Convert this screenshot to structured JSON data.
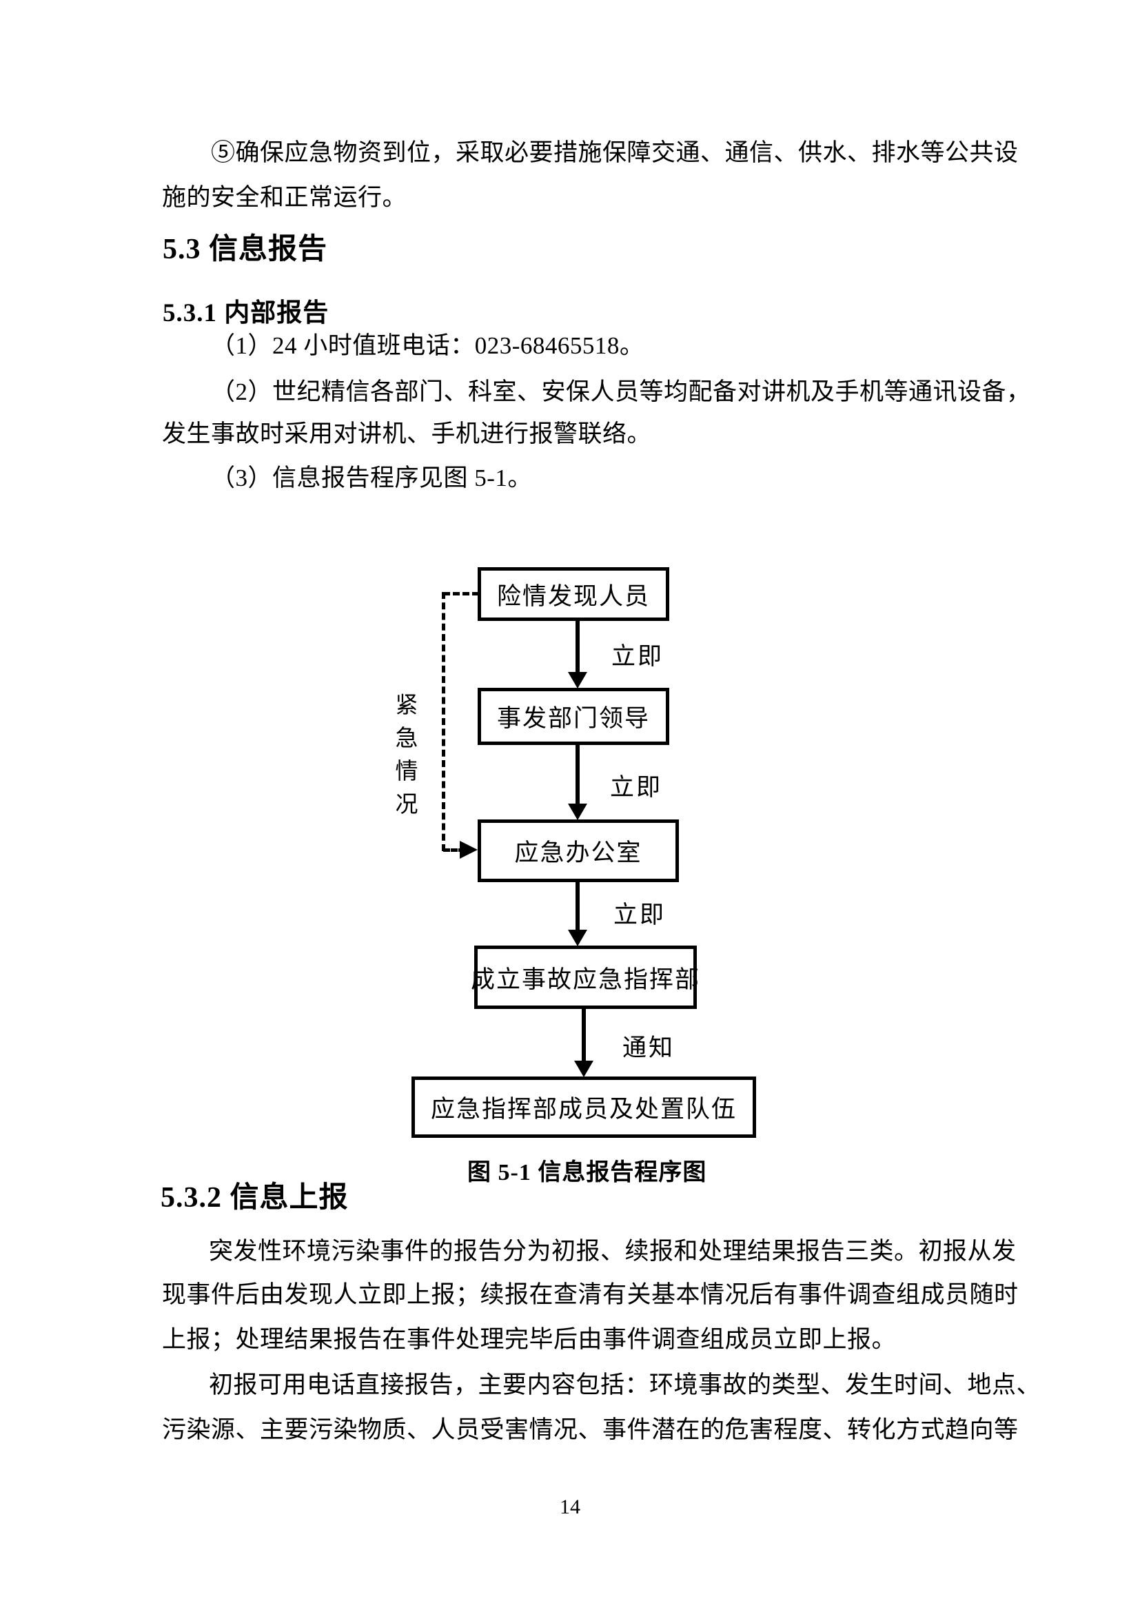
{
  "intro": {
    "line1": "⑤确保应急物资到位，采取必要措施保障交通、通信、供水、排水等公共设",
    "line2": "施的安全和正常运行。"
  },
  "sections": {
    "h53": "5.3 信息报告",
    "h531": "5.3.1 内部报告",
    "item1": "（1）24 小时值班电话：023-68465518。",
    "item2_line1": "（2）世纪精信各部门、科室、安保人员等均配备对讲机及手机等通讯设备，",
    "item2_line2": "发生事故时采用对讲机、手机进行报警联络。",
    "item3": "（3）信息报告程序见图 5-1。",
    "h532": "5.3.2 信息上报",
    "para2_line1": "突发性环境污染事件的报告分为初报、续报和处理结果报告三类。初报从发",
    "para2_line2": "现事件后由发现人立即上报；续报在查清有关基本情况后有事件调查组成员随时",
    "para2_line3": "上报；处理结果报告在事件处理完毕后由事件调查组成员立即上报。",
    "para2_line4": "初报可用电话直接报告，主要内容包括：环境事故的类型、发生时间、地点、",
    "para2_line5": "污染源、主要污染物质、人员受害情况、事件潜在的危害程度、转化方式趋向等"
  },
  "flowchart": {
    "nodes": [
      {
        "label": "险情发现人员"
      },
      {
        "label": "事发部门领导"
      },
      {
        "label": "应急办公室"
      },
      {
        "label": "成立事故应急指挥部"
      },
      {
        "label": "应急指挥部成员及处置队伍"
      }
    ],
    "edges": [
      {
        "label": "立即"
      },
      {
        "label": "立即"
      },
      {
        "label": "立即"
      },
      {
        "label": "通知"
      }
    ],
    "side_label": "紧急情况",
    "caption": "图 5-1 信息报告程序图"
  },
  "footer": {
    "page_number": "14"
  }
}
